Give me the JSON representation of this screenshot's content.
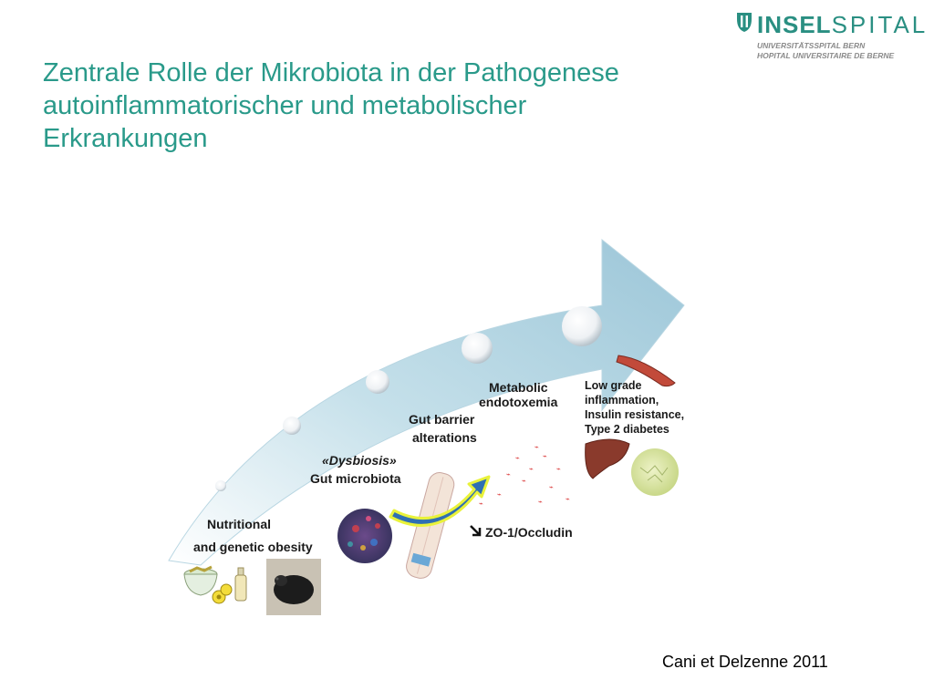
{
  "slide": {
    "title_lines": [
      "Zentrale Rolle der Mikrobiota in der Pathogenese",
      "autoinflammatorischer und metabolischer",
      "Erkrankungen"
    ],
    "citation": "Cani et Delzenne 2011"
  },
  "logo": {
    "word_bold": "INSEL",
    "word_light": "SPITAL",
    "line1": "UNIVERSITÄTSSPITAL BERN",
    "line2": "HOPITAL UNIVERSITAIRE DE BERNE",
    "icon": "inselspital-logo-icon"
  },
  "diagram": {
    "arrow_color": "#a9cedd",
    "labels": {
      "nutritional_1": "Nutritional",
      "nutritional_2": "and genetic obesity",
      "dysbiosis_1": "«Dysbiosis»",
      "dysbiosis_2": "Gut microbiota",
      "barrier_1": "Gut barrier",
      "barrier_2": "alterations",
      "endotoxemia_1": "Metabolic",
      "endotoxemia_2": "endotoxemia",
      "inflammation_1": "Low grade",
      "inflammation_2": "inflammation,",
      "inflammation_3": "Insulin resistance,",
      "inflammation_4": "Type 2 diabetes",
      "zo1": "ZO-1/Occludin"
    },
    "icons": [
      "food-bowl-icon",
      "bottle-icon",
      "mouse-photo",
      "microbiota-cluster-icon",
      "intestinal-villi-icon",
      "liver-icon",
      "muscle-icon",
      "adipocyte-icon",
      "lps-molecule-icon"
    ]
  }
}
